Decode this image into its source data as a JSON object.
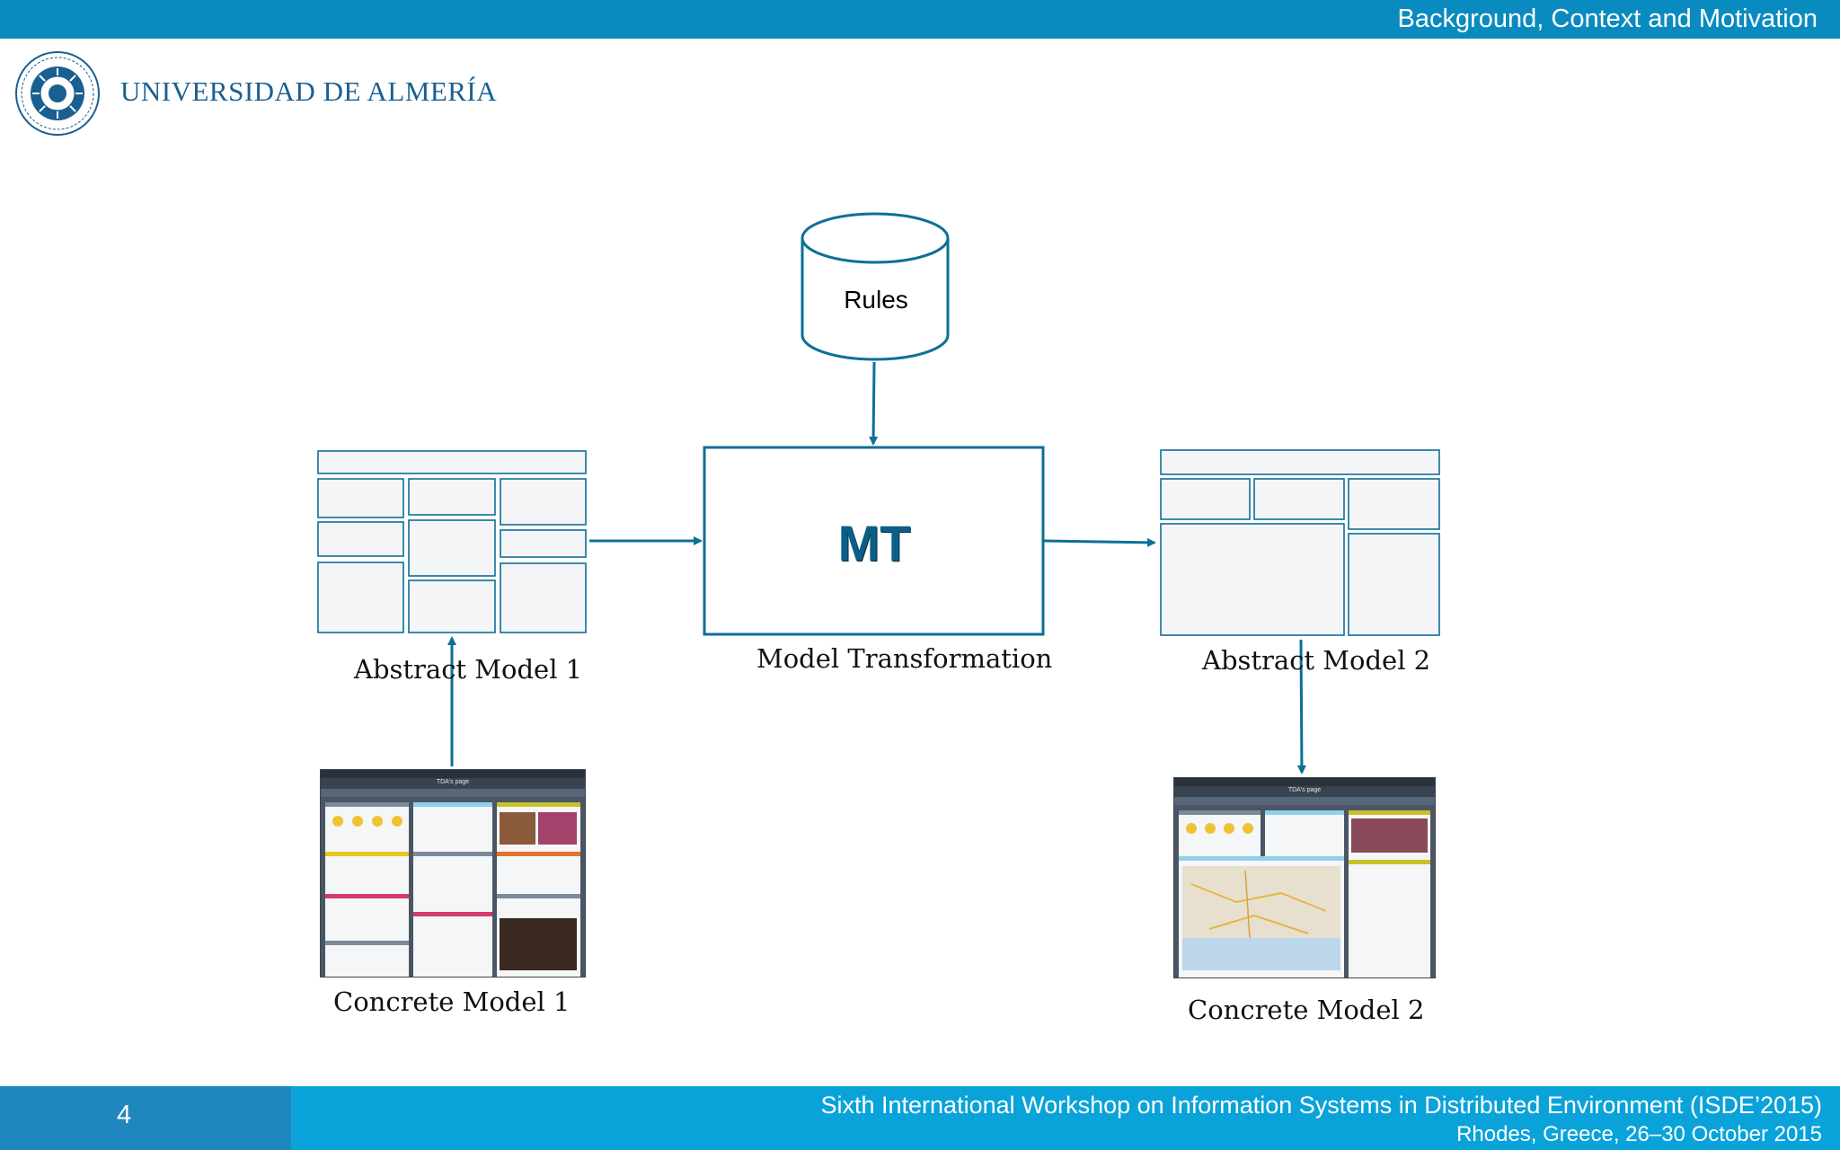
{
  "header": {
    "section_title": "Background, Context and Motivation",
    "university_name": "UNIVERSIDAD DE ALMERÍA",
    "accent_color": "#0a8bbf"
  },
  "diagram": {
    "rules_label": "Rules",
    "mt_label": "MT",
    "mt_caption": "Model Transformation",
    "abstract_model_1": "Abstract Model 1",
    "abstract_model_2": "Abstract Model 2",
    "concrete_model_1": "Concrete Model 1",
    "concrete_model_2": "Concrete Model 2",
    "line_color": "#0d6f96"
  },
  "screenshots": {
    "page_title_1": "TDA's page",
    "page_title_2": "TDA's page"
  },
  "footer": {
    "page_number": "4",
    "conference": "Sixth International Workshop on Information Systems in Distributed Environment (ISDE’2015)",
    "location_date": "Rhodes, Greece, 26–30 October 2015"
  }
}
